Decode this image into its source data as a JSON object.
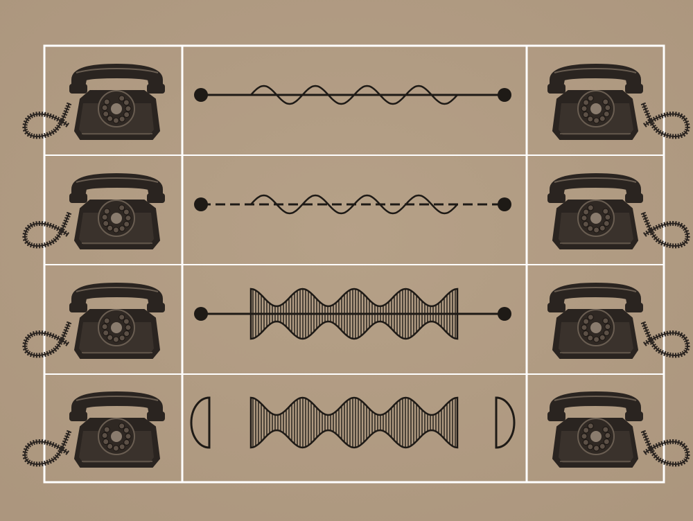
{
  "colors": {
    "background": "#b29d84",
    "background_dark": "#a38d74",
    "grid_line": "#ffffff",
    "ink": "#1e1a16",
    "phone_body": "#2a2420",
    "phone_highlight": "#6a5e52"
  },
  "diagram": {
    "rows": [
      {
        "name": "row-1-wire-telephony",
        "line": "solid",
        "wave": "sine",
        "endpoints": "dots"
      },
      {
        "name": "row-2-carrier-line",
        "line": "dashed",
        "wave": "sine",
        "endpoints": "dots"
      },
      {
        "name": "row-3-modulated-wire",
        "line": "solid",
        "wave": "modulated",
        "endpoints": "dots"
      },
      {
        "name": "row-4-radio-link",
        "line": "none",
        "wave": "modulated",
        "endpoints": "dish-antennas"
      }
    ],
    "icons": {
      "left_phone": "rotary-telephone-icon",
      "right_phone": "rotary-telephone-icon",
      "endpoint": "line-endpoint-dot",
      "antenna": "dish-antenna-icon"
    },
    "wave_cycles": 4
  }
}
